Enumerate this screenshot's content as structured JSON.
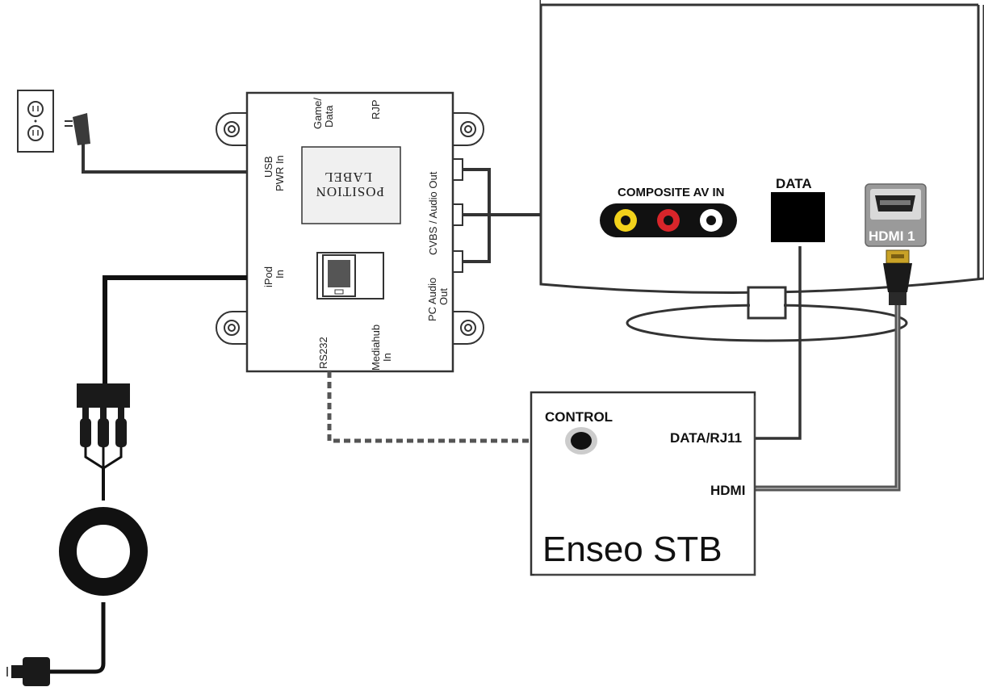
{
  "hub": {
    "label_game_data_1": "Game/",
    "label_game_data_2": "Data",
    "label_rjp": "RJP",
    "label_usb_1": "USB",
    "label_usb_2": "PWR In",
    "label_position_1": "LABEL",
    "label_position_2": "POSITION",
    "label_cvbs": "CVBS / Audio Out",
    "label_ipod_1": "iPod",
    "label_ipod_2": "In",
    "label_pc_audio_1": "PC Audio",
    "label_pc_audio_2": "Out",
    "label_rs232": "RS232",
    "label_mediahub_1": "Mediahub",
    "label_mediahub_2": "In"
  },
  "tv": {
    "composite_label": "COMPOSITE AV IN",
    "data_label": "DATA",
    "hdmi_label": "HDMI 1"
  },
  "stb": {
    "control_label": "CONTROL",
    "data_rj11_label": "DATA/RJ11",
    "hdmi_label": "HDMI",
    "name": "Enseo STB"
  },
  "colors": {
    "rca_yellow": "#f2d21b",
    "rca_red": "#d8252a",
    "rca_white": "#ffffff",
    "hdmi_gold": "#c9a227",
    "cable": "#333333"
  }
}
